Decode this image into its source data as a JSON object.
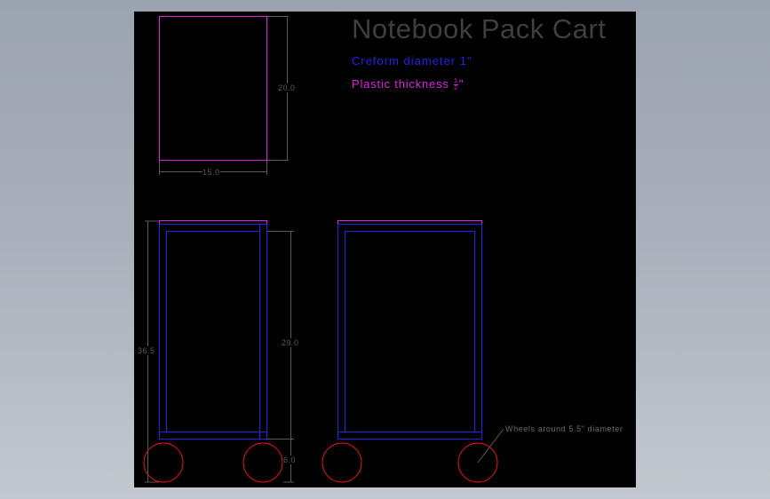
{
  "drawing": {
    "title": "Notebook Pack Cart",
    "note_creform": "Creform diameter 1\"",
    "note_plastic_prefix": "Plastic thickness ",
    "note_plastic_frac_num": "1",
    "note_plastic_frac_den": "2",
    "note_plastic_suffix": "\"",
    "callout_wheels": "Wheels around 5.5\" diameter"
  },
  "dimensions": {
    "top_depth": "20.0",
    "top_width": "15.0",
    "overall_height": "36.5",
    "frame_height": "29.0",
    "wheel_height": "6.0"
  },
  "colors": {
    "plastic": "#e020e0",
    "frame": "#2222ee",
    "wheel": "#ee1111",
    "dimension": "#5a5a5a",
    "sheet": "#000000"
  }
}
